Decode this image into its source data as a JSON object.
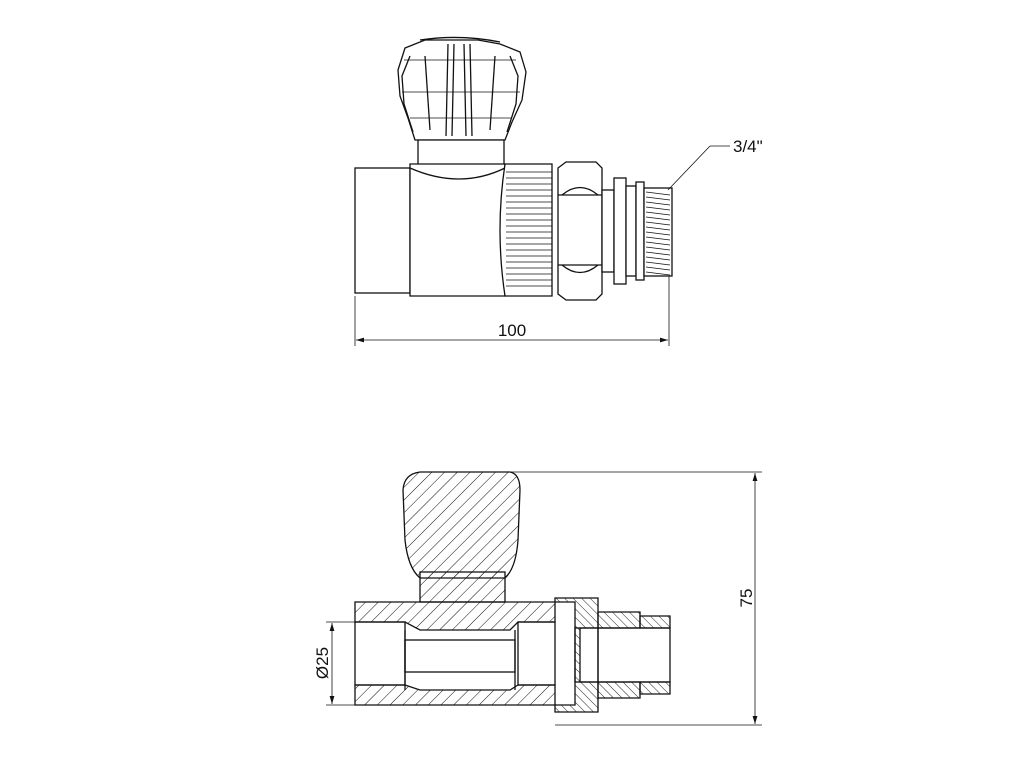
{
  "dimensions": {
    "thread_label": "3/4\"",
    "length_label": "100",
    "height_label": "75",
    "diameter_label": "Ø25"
  },
  "colors": {
    "line": "#111111",
    "background": "#ffffff"
  }
}
